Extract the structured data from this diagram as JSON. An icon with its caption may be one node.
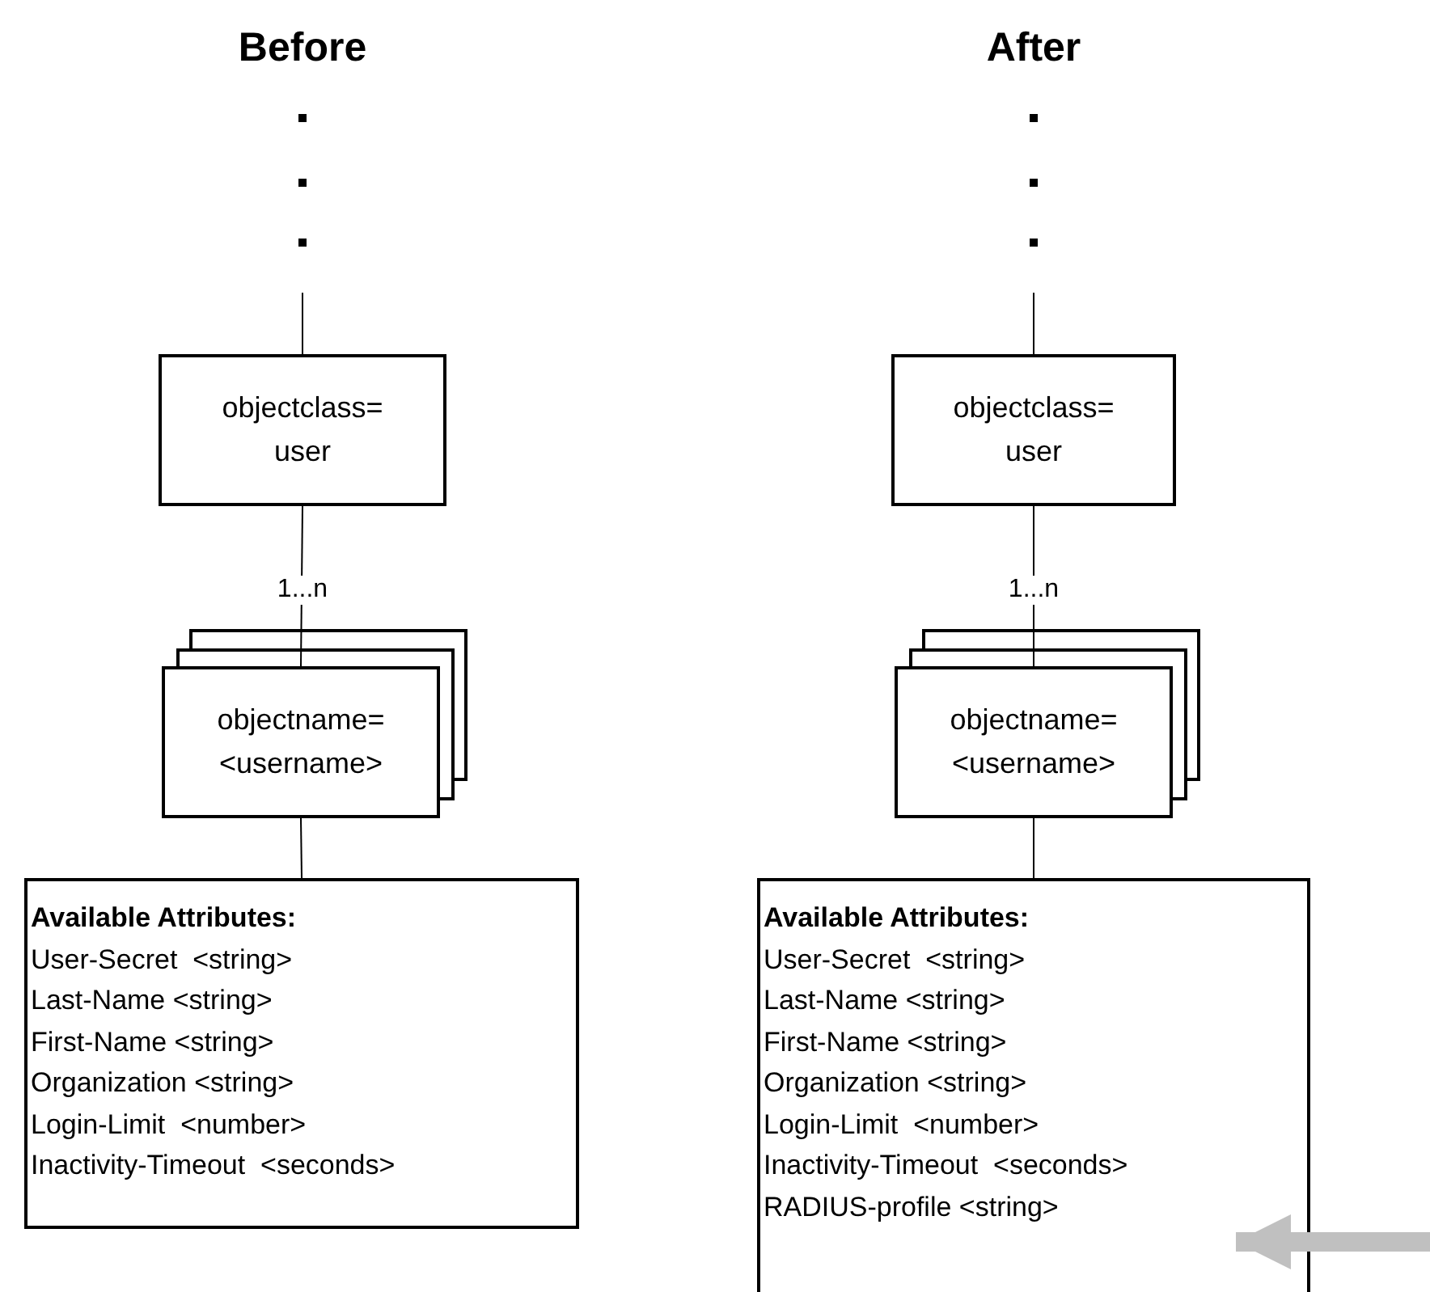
{
  "diagram": {
    "nodes": [
      {
        "text": [
          "objectclass= user"
        ]
      },
      {
        "text": [
          "objectname= <username>"
        ]
      },
      {
        "text": [
          "Available Attributes:",
          "User-Secret  <string>",
          "Last-Name <string>",
          "First-Name <string>",
          "Organization <string>",
          "Login-Limit  <number>",
          "Inactivity-Timeout  <seconds>"
        ]
      },
      {
        "text": [
          "objectclass= user"
        ]
      },
      {
        "text": [
          "objectname= <username>"
        ]
      },
      {
        "text": [
          "Available Attributes:",
          "User-Secret  <string>",
          "Last-Name <string>",
          "First-Name <string>",
          "Organization <string>",
          "Login-Limit  <number>",
          "Inactivity-Timeout  <seconds>",
          "RADIUS-profile <string>"
        ]
      }
    ],
    "edges": [
      {
        "from": null,
        "to": 0,
        "arrow": "none"
      },
      {
        "from": 0,
        "to": 1,
        "arrow": "none",
        "label": "1...n"
      },
      {
        "from": 1,
        "to": 2,
        "arrow": "none"
      },
      {
        "from": null,
        "to": 3,
        "arrow": "none"
      },
      {
        "from": 3,
        "to": 4,
        "arrow": "none",
        "label": "1...n"
      },
      {
        "from": 4,
        "to": 5,
        "arrow": "none"
      },
      {
        "from": null,
        "to": 5,
        "arrow": "to",
        "style": "thick",
        "color": "#c0c0c0"
      }
    ],
    "labels": [
      "Before",
      "After"
    ]
  }
}
